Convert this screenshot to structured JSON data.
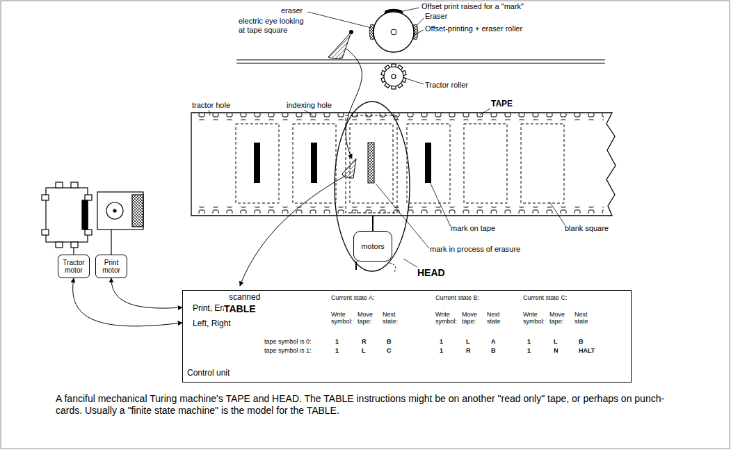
{
  "diagram": {
    "caption": "A fanciful mechanical Turing machine's TAPE and HEAD. The TABLE instructions might be on another \"read only\" tape, or perhaps on punch-cards. Usually a \"finite state machine\" is the model for the TABLE.",
    "nodes": [
      {
        "text": [
          "scanned symbol",
          "Print, Erase",
          "Left, Right",
          "Control unit"
        ]
      },
      {
        "text": [
          "Tractor motor"
        ]
      },
      {
        "text": [
          "Print motor"
        ]
      },
      {
        "text": [
          "motors"
        ]
      }
    ],
    "edges": [
      {
        "from": 0,
        "to": 1,
        "arrow": "both"
      },
      {
        "from": 0,
        "to": 2,
        "arrow": "both"
      }
    ],
    "labels": [
      "Offset print raised for a \"mark\"",
      "eraser",
      "electric eye looking at tape square",
      "Eraser",
      "Offset-printing + eraser roller",
      "Tractor roller",
      "tractor hole",
      "indexing hole",
      "TAPE",
      "mark on tape",
      "blank square",
      "mark in process of erasure",
      "HEAD",
      "TABLE",
      "Current state A:",
      "Write symbol:",
      "Move tape:",
      "Next state:",
      "Current state B:",
      "Write symbol:",
      "Move tape:",
      "Next state",
      "Current state C:",
      "Write symbol:",
      "Move tape:",
      "Next state",
      "tape symbol is 0:",
      "1",
      "R",
      "B",
      "1",
      "L",
      "A",
      "1",
      "L",
      "B",
      "tape symbol is 1:",
      "1",
      "L",
      "C",
      "1",
      "R",
      "B",
      "1",
      "N",
      "HALT"
    ]
  }
}
